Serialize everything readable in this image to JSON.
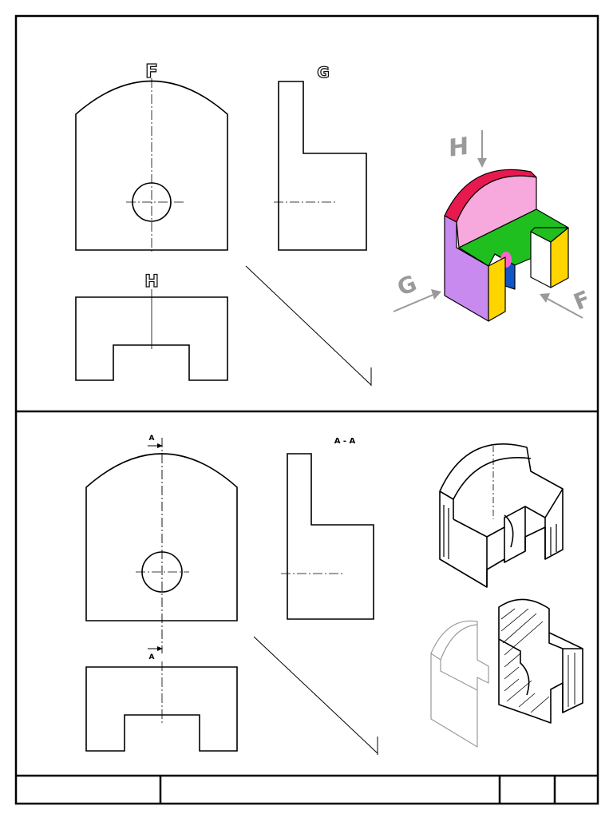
{
  "top_view_labels": {
    "front": "F",
    "side": "G",
    "plan": "H"
  },
  "iso_direction_labels": {
    "top": "H",
    "left": "G",
    "right": "F"
  },
  "section": {
    "cut_label_top": "A",
    "cut_label_bottom": "A",
    "title": "A - A"
  },
  "iso_colors": {
    "arc_top": "#e8194f",
    "arc_face": "#f7a8dc",
    "left_face": "#c98af0",
    "slot_top": "#1fbf1f",
    "hole_face": "#0f57c8",
    "yellow_face": "#ffd500",
    "white_face": "#ffffff",
    "arrow_grey": "#9a9a9a"
  }
}
